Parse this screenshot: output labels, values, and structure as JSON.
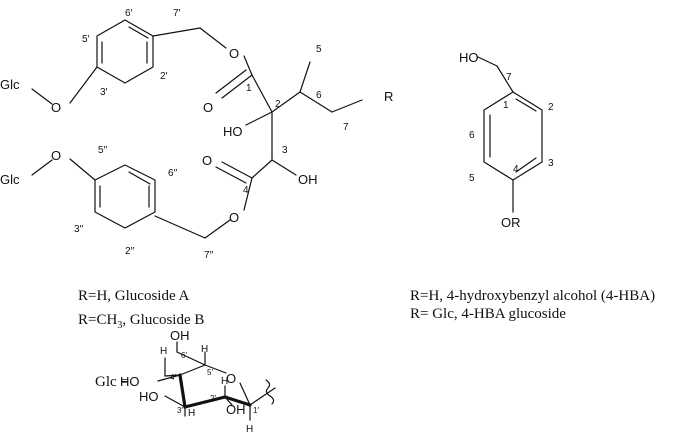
{
  "left_structure": {
    "glc_top": "Glc",
    "glc_bottom": "Glc",
    "o_top": "O",
    "o_bottom": "O",
    "o_ester_top": "O",
    "o_ester_bottom": "O",
    "o_carbonyl_top": "O",
    "o_carbonyl_bottom": "O",
    "ho_c2": "HO",
    "oh_c3": "OH",
    "r_group": "R",
    "loc_6p": "6′",
    "loc_7p": "7′",
    "loc_5p": "5′",
    "loc_2p": "2′",
    "loc_3p": "3′",
    "loc_1": "1",
    "loc_2": "2",
    "loc_3": "3",
    "loc_4": "4",
    "loc_5": "5",
    "loc_6": "6",
    "loc_7": "7",
    "loc_5pp": "5′′",
    "loc_6pp": "6′′",
    "loc_3pp": "3′′",
    "loc_2pp": "2′′",
    "loc_7pp": "7′′"
  },
  "right_structure": {
    "ho": "HO",
    "or": "OR",
    "loc_1": "1",
    "loc_2": "2",
    "loc_3": "3",
    "loc_4": "4",
    "loc_5": "5",
    "loc_6": "6",
    "loc_7": "7"
  },
  "glc_structure": {
    "label": "Glc =",
    "oh_top": "OH",
    "ho_left": "HO",
    "ho_lower": "HO",
    "oh_right": "OH",
    "ring_o": "O",
    "h_top_left": "H",
    "h_top_right": "H",
    "h_mid": "H",
    "h_lower": "H",
    "h_bottom": "H",
    "loc_6p": "6′",
    "loc_5p": "5′",
    "loc_4p": "4′",
    "loc_3p": "3′",
    "loc_2p": "2′",
    "loc_1p": "1′"
  },
  "captions": {
    "left_line1": "R=H, Glucoside A",
    "left_line2": "R=CH",
    "left_line2_sub": "3",
    "left_line2_end": ", Glucoside B",
    "right_line1": "R=H, 4-hydroxybenzyl alcohol (4-HBA)",
    "right_line2": "R= Glc, 4-HBA glucoside"
  }
}
